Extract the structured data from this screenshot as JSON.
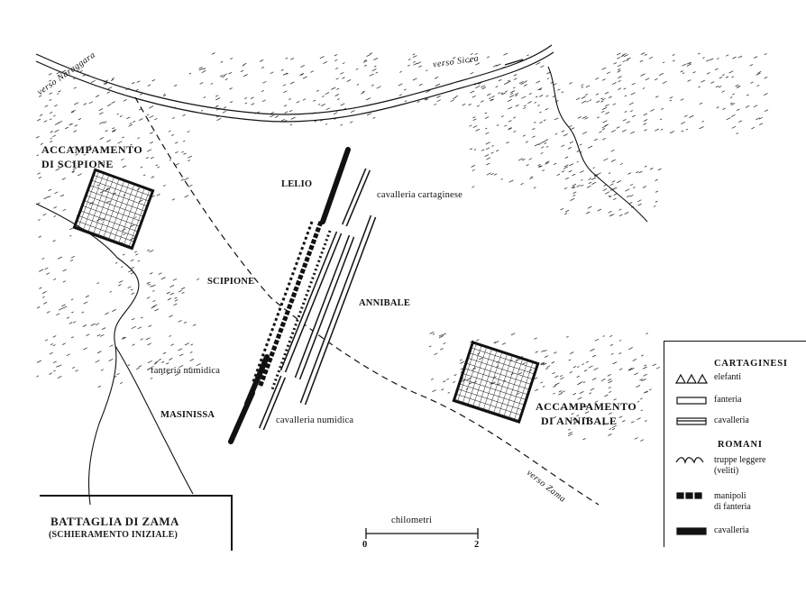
{
  "map": {
    "roads": {
      "to_naraggara": "verso Naraggara",
      "to_sicca": "verso Sicca",
      "to_zama": "verso Zama"
    },
    "camps": {
      "scipio_line1": "ACCAMPAMENTO",
      "scipio_line2": "DI SCIPIONE",
      "hannibal_line1": "ACCAMPAMENTO",
      "hannibal_line2": "DI ANNIBALE"
    },
    "commanders": {
      "lelio": "LELIO",
      "scipione": "SCIPIONE",
      "annibale": "ANNIBALE",
      "masinissa": "MASINISSA"
    },
    "units": {
      "carthaginian_cavalry": "cavalleria cartaginese",
      "numidian_infantry": "fanteria numidica",
      "numidian_cavalry": "cavalleria numidica"
    },
    "title": {
      "main": "BATTAGLIA DI ZAMA",
      "sub": "(SCHIERAMENTO INIZIALE)"
    },
    "scale": {
      "label": "chilometri",
      "min": "0",
      "max": "2"
    },
    "legend": {
      "carthaginians_heading": "CARTAGINESI",
      "elephants": "elefanti",
      "infantry": "fanteria",
      "cavalry": "cavalleria",
      "romans_heading": "ROMANI",
      "light_troops_line1": "truppe leggere",
      "light_troops_line2": "(veliti)",
      "maniples_line1": "manipoli",
      "maniples_line2": "di fanteria",
      "roman_cavalry": "cavalleria"
    },
    "colors": {
      "ink": "#111111",
      "paper": "#ffffff"
    }
  }
}
